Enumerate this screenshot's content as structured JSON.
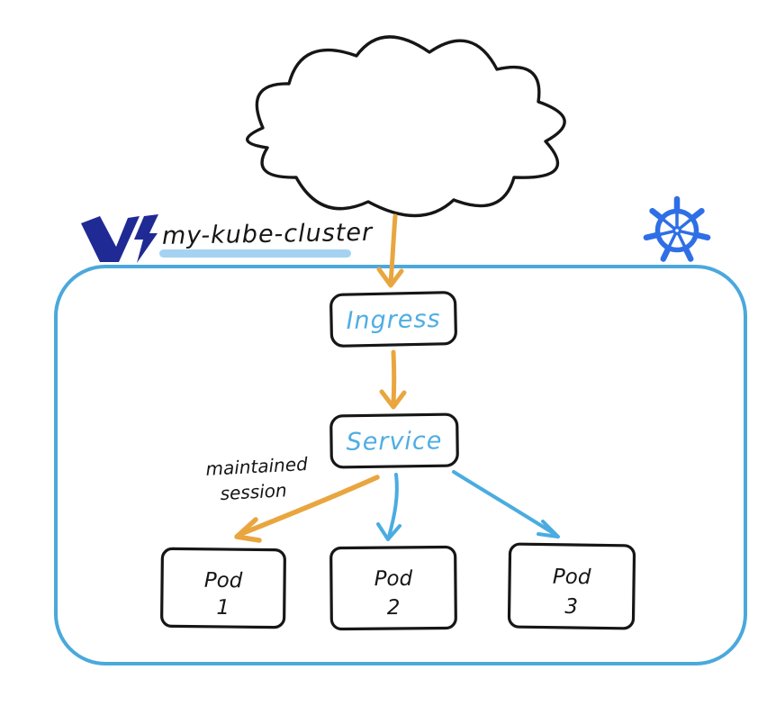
{
  "header": {
    "cluster_name": "my-kube-cluster",
    "logo_icon": "v-bolt-monogram-logo",
    "kubernetes_icon": "kubernetes-helm-wheel-icon",
    "cloud_icon": "internet-cloud-icon"
  },
  "diagram": {
    "ingress_label": "Ingress",
    "service_label": "Service",
    "session_note_line1": "maintained",
    "session_note_line2": "session",
    "pods": [
      {
        "label": "Pod",
        "number": "1"
      },
      {
        "label": "Pod",
        "number": "2"
      },
      {
        "label": "Pod",
        "number": "3"
      }
    ]
  },
  "colors": {
    "sketch_black": "#161616",
    "arrow_orange": "#E9A63F",
    "arrow_blue": "#4AACE0",
    "cluster_border_blue": "#4BA8DC",
    "node_text_blue": "#4FAEE3",
    "underline_blue": "#A5D2F1",
    "logo_navy": "#202A94",
    "kubernetes_blue": "#2F6FE6"
  }
}
